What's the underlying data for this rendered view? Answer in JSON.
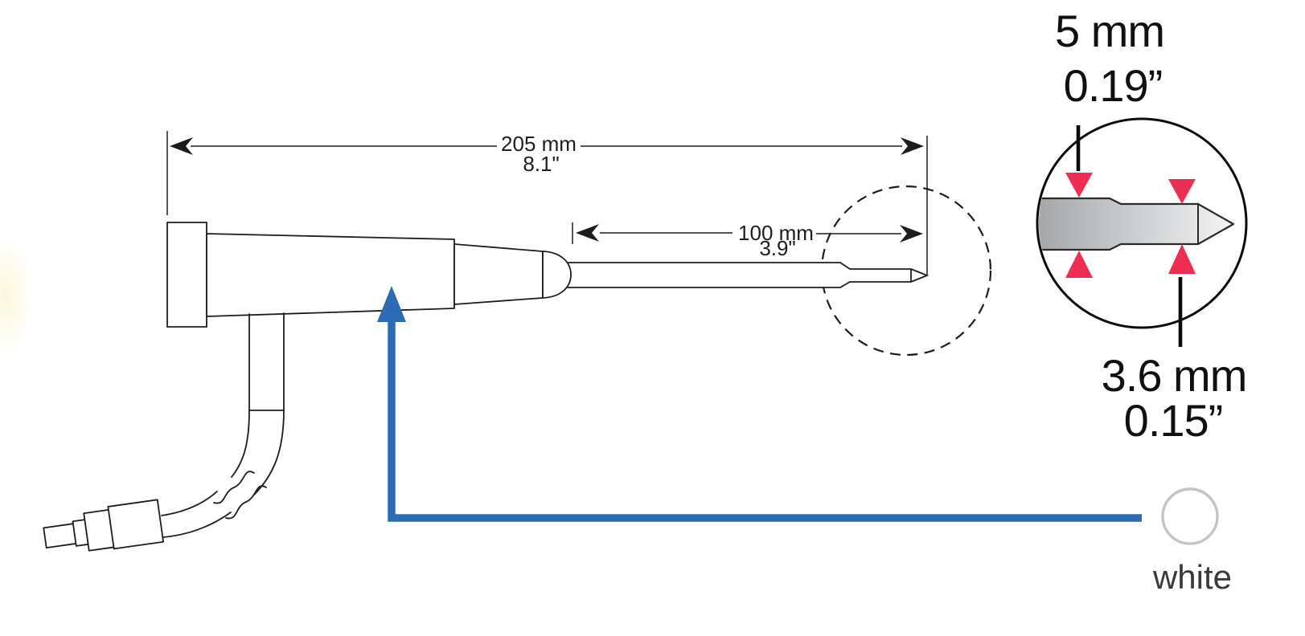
{
  "figure": {
    "description_visible_text_only": true,
    "dimensions": {
      "overall": {
        "metric": "205 mm",
        "imperial": "8.1\""
      },
      "shaft": {
        "metric": "100 mm",
        "imperial": "3.9\""
      },
      "tip_wide": {
        "metric": "5 mm",
        "imperial": "0.19”"
      },
      "tip_narrow": {
        "metric": "3.6 mm",
        "imperial": "0.15”"
      }
    },
    "labels": {
      "cable_color": "white"
    },
    "colors": {
      "line": "#1d1d1d",
      "callout_blue": "#2d6cb5",
      "marker_red": "#ee2d52",
      "cable_circle_gray": "#c4c4c4",
      "metal_dark": "#a2a4a7",
      "metal_mid": "#c7c9cb",
      "metal_light": "#f4f4f4"
    }
  }
}
